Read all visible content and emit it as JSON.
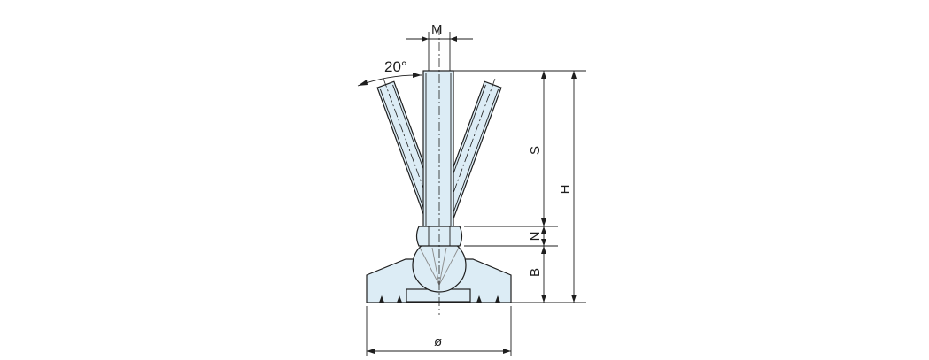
{
  "diagram": {
    "angle_label": "20°",
    "labels": {
      "thread_diameter": "M",
      "stroke": "S",
      "height": "H",
      "nut_height": "N",
      "base_height": "B",
      "base_diameter": "ø"
    }
  }
}
